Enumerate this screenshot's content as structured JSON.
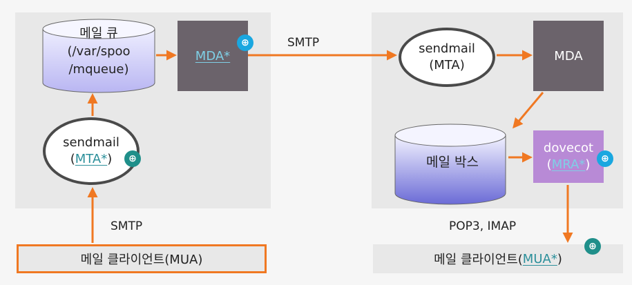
{
  "left": {
    "queue_title": "메일 큐",
    "queue_path_1": "(/var/spoo",
    "queue_path_2": "/mqueue)",
    "mda_label": "MDA*",
    "sendmail_title": "sendmail",
    "sendmail_paren_open": "(",
    "sendmail_link": "MTA*",
    "sendmail_paren_close": ")"
  },
  "link_label_top": "SMTP",
  "link_label_bottom": "SMTP",
  "right": {
    "sendmail_title": "sendmail",
    "sendmail_sub": "(MTA)",
    "mda_label": "MDA",
    "mailbox_label": "메일 박스",
    "dovecot_title": "dovecot",
    "dovecot_paren_open": "(",
    "dovecot_link": "MRA*",
    "dovecot_paren_close": ")"
  },
  "protocol_label": "POP3, IMAP",
  "mua_left_label": "메일 클라이언트(MUA)",
  "mua_right_prefix": "메일 클라이언트(",
  "mua_right_link": "MUA*",
  "mua_right_suffix": ")",
  "colors": {
    "arrow": "#f07822",
    "box_dark": "#6b636b",
    "box_purple": "#b88ad6",
    "badge_blue": "#1aa7e0",
    "badge_teal": "#1f8f8a"
  }
}
